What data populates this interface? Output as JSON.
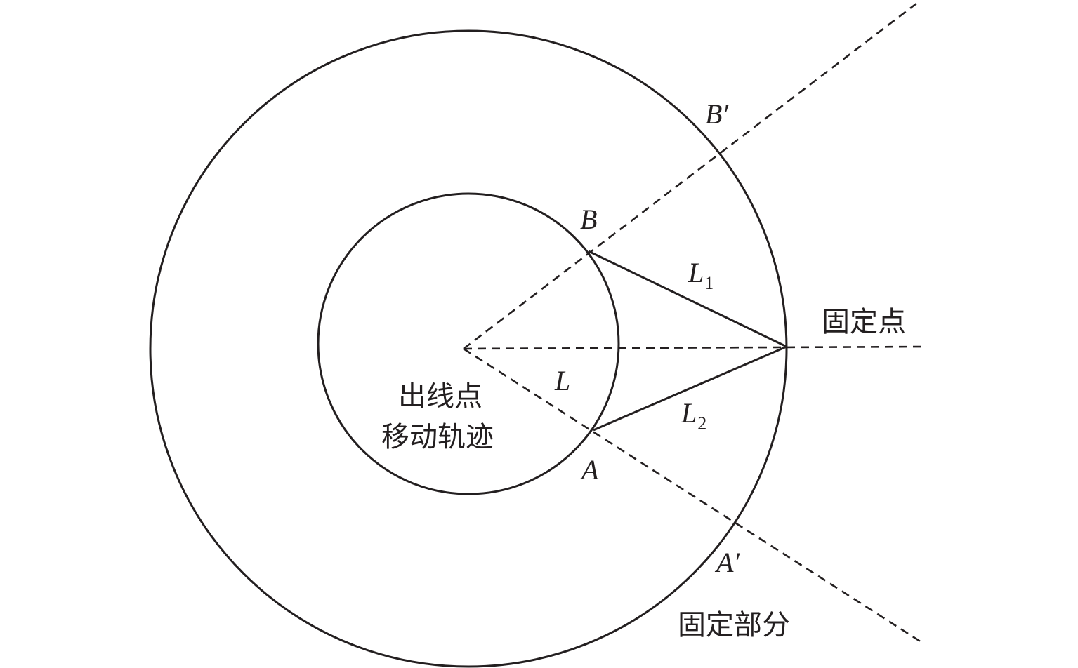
{
  "labels": {
    "point_B": "B",
    "point_B_prime": "B′",
    "point_A": "A",
    "point_A_prime": "A′",
    "length_L": "L",
    "length_L1_letter": "L",
    "length_L1_sub": "1",
    "length_L2_letter": "L",
    "length_L2_sub": "2",
    "fixed_point": "固定点",
    "outlet_trajectory_line1": "出线点",
    "outlet_trajectory_line2": "移动轨迹",
    "fixed_part": "固定部分"
  }
}
